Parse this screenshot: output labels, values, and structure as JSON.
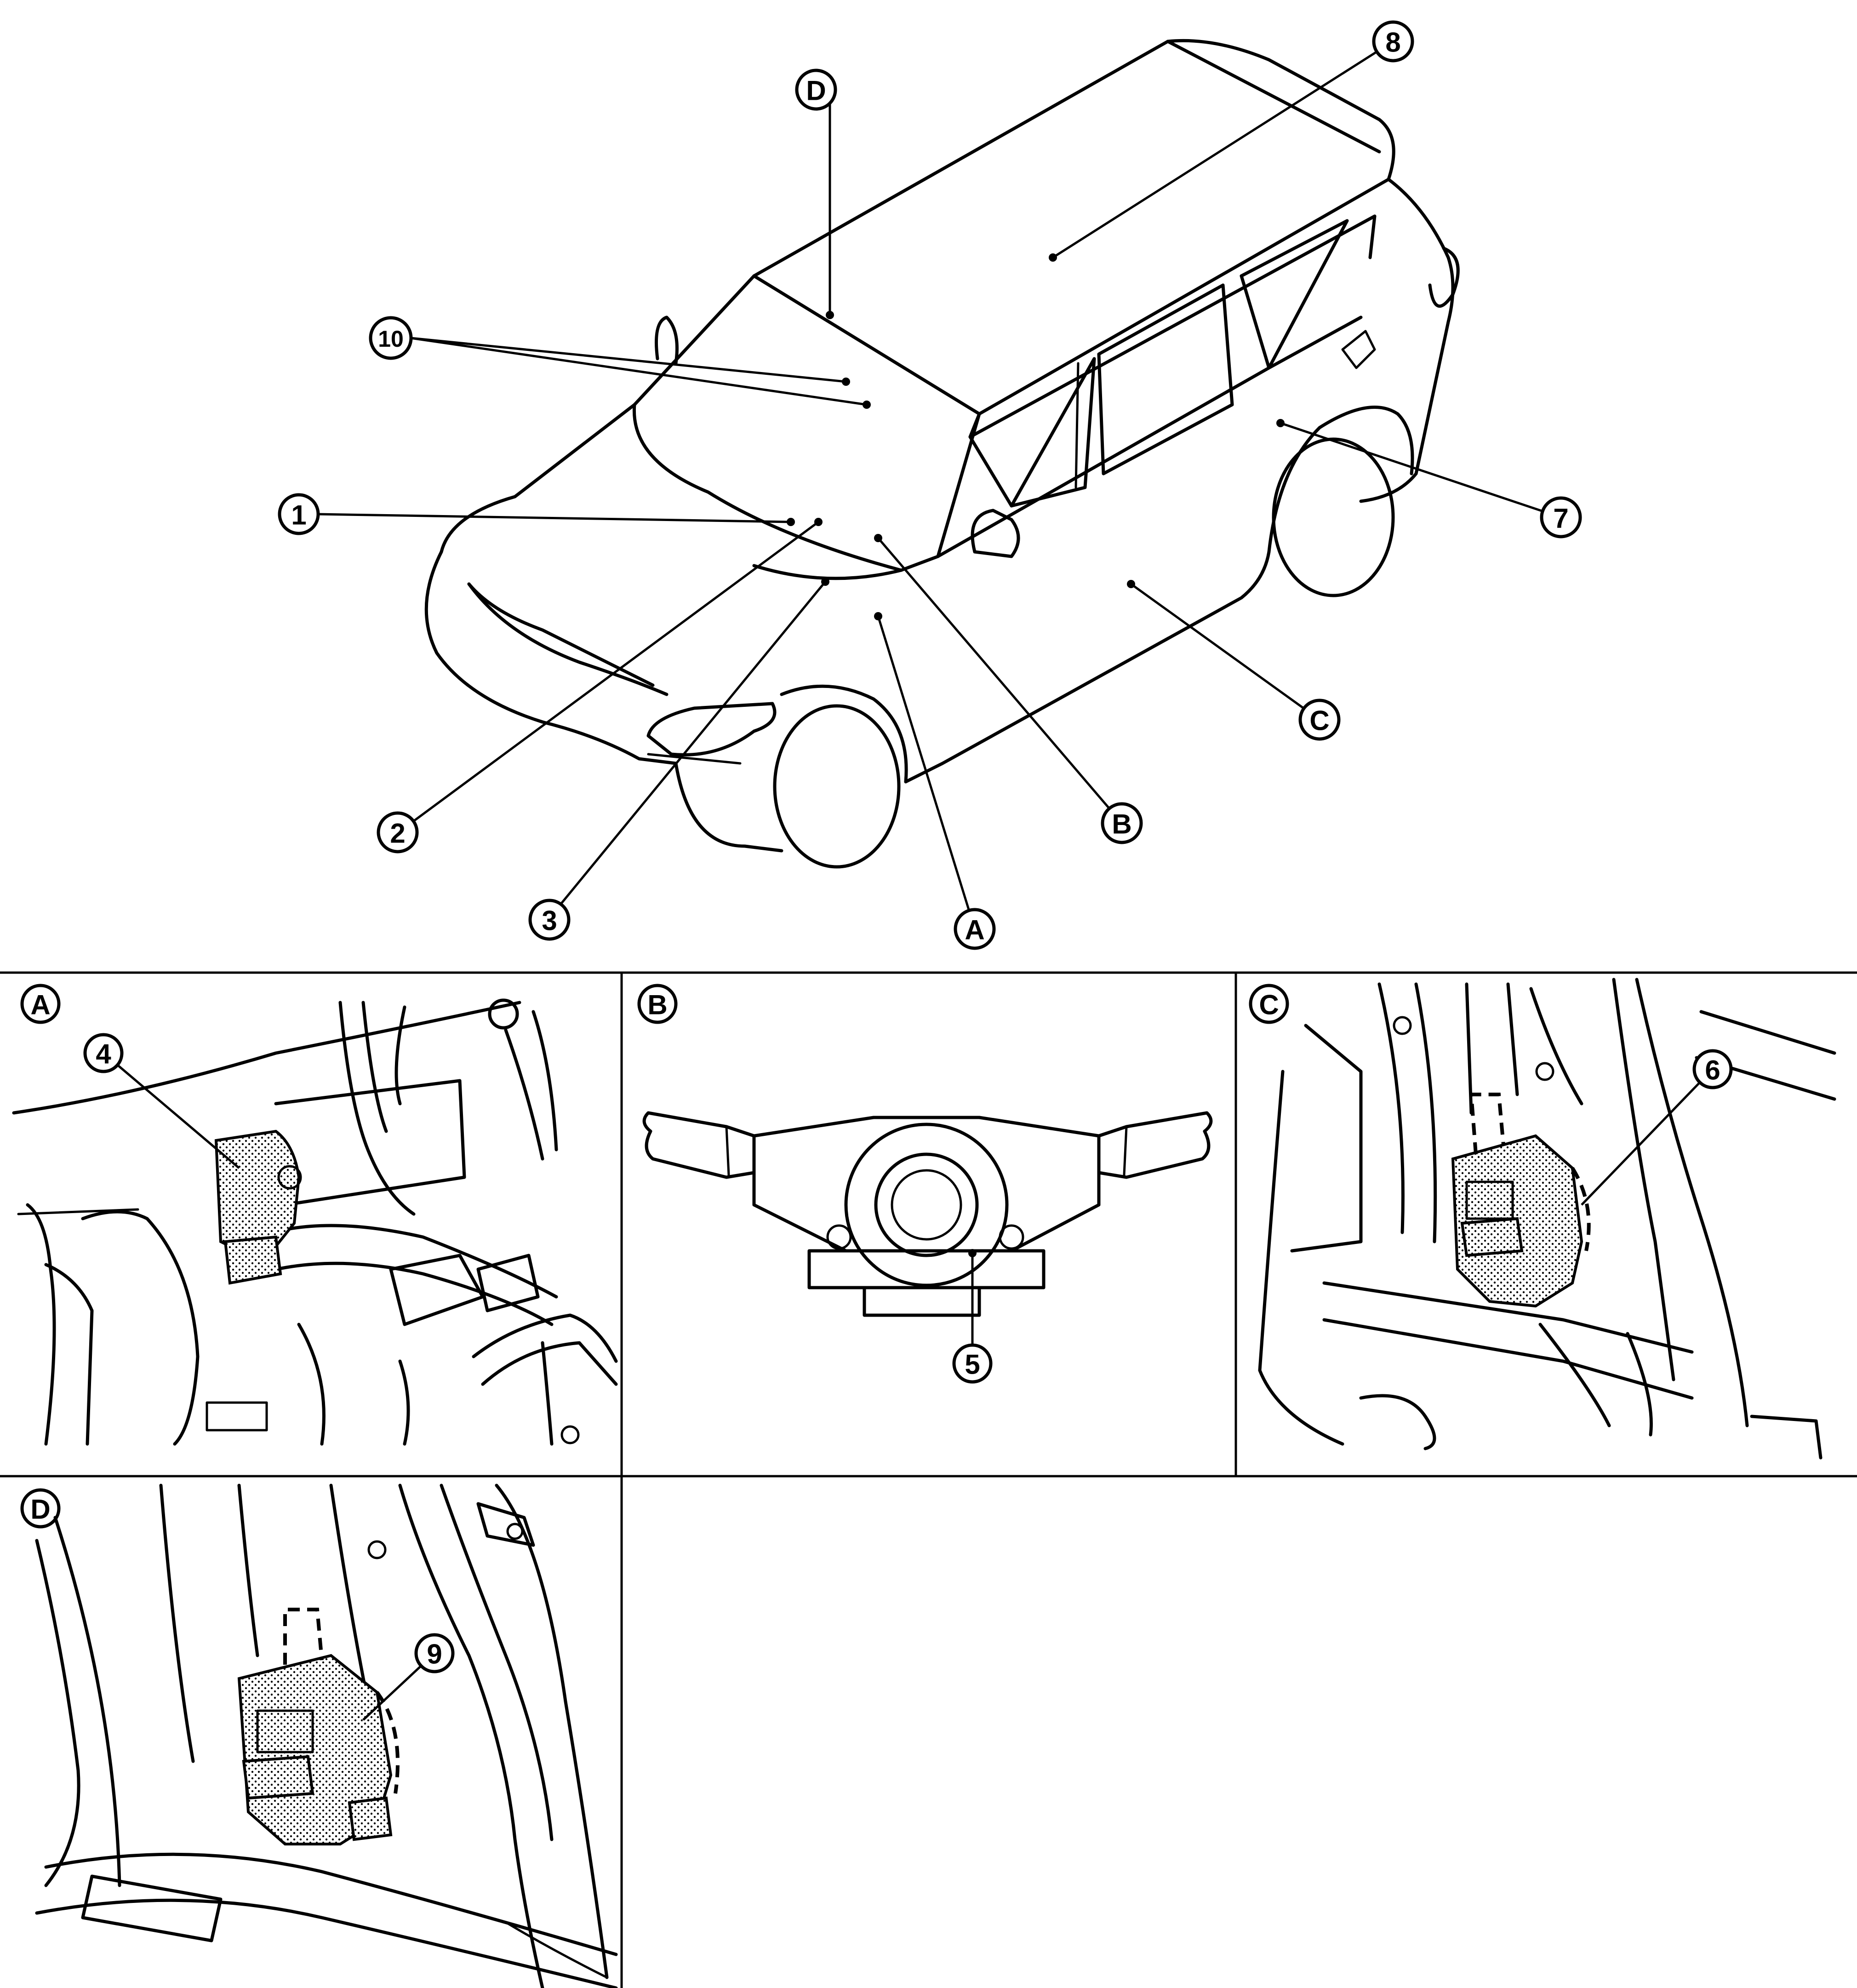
{
  "callouts": {
    "n1": "1",
    "n2": "2",
    "n3": "3",
    "n4": "4",
    "n5": "5",
    "n6": "6",
    "n7": "7",
    "n8": "8",
    "n9": "9",
    "n10": "10",
    "A": "A",
    "B": "B",
    "C": "C",
    "D": "D"
  },
  "panels": {
    "A": {
      "label": "A",
      "part_callout": "4"
    },
    "B": {
      "label": "B",
      "part_callout": "5"
    },
    "C": {
      "label": "C",
      "part_callout": "6"
    },
    "D": {
      "label": "D",
      "part_callout": "9"
    }
  }
}
